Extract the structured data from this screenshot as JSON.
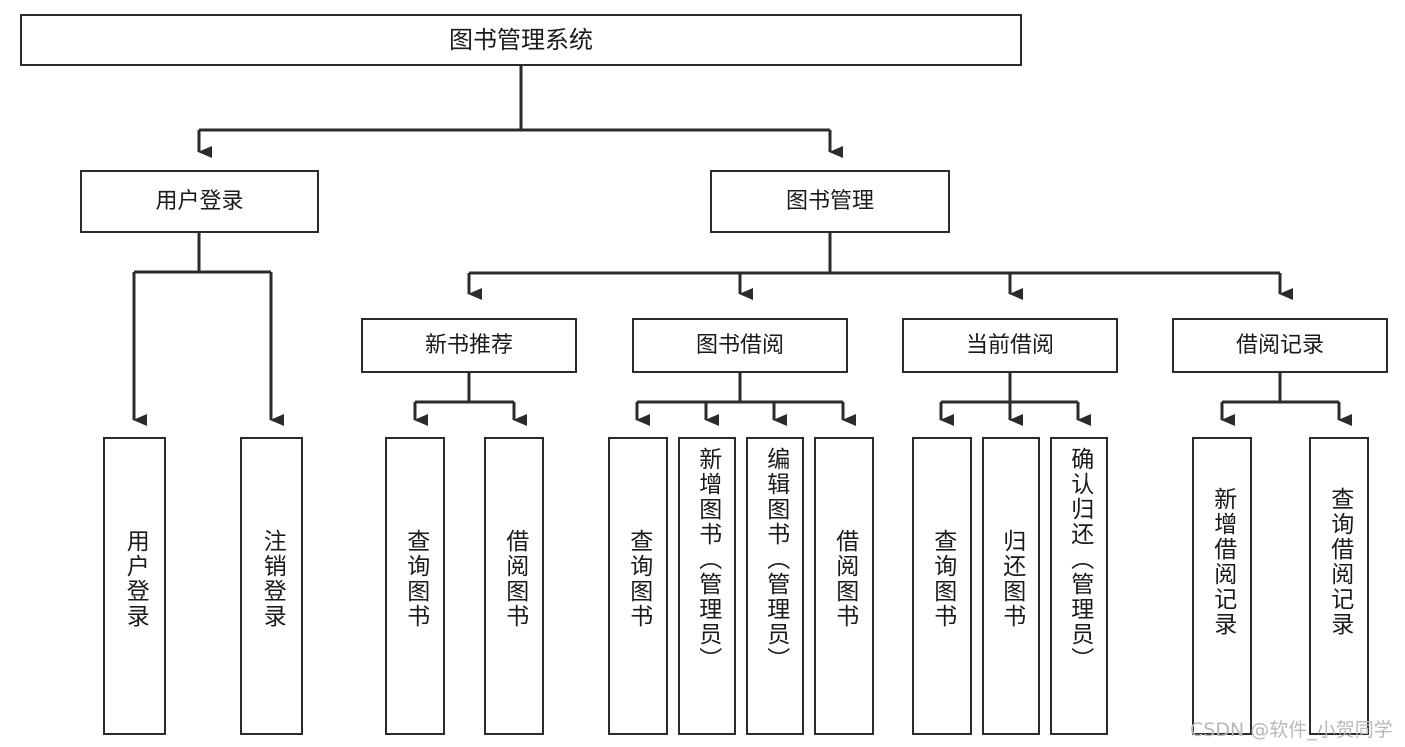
{
  "diagram": {
    "title": "图书管理系统",
    "type": "hierarchy-tree",
    "watermark": "CSDN @软件_小贺同学",
    "colors": {
      "background": "#ffffff",
      "border": "#2b2b2b",
      "text": "#1a1a1a",
      "connector": "#2b2b2b",
      "watermark": "#b9b9b9"
    },
    "nodes": {
      "root": {
        "label": "图书管理系统"
      },
      "level2": [
        {
          "label": "用户登录"
        },
        {
          "label": "图书管理"
        }
      ],
      "level3": [
        {
          "label": "新书推荐"
        },
        {
          "label": "图书借阅"
        },
        {
          "label": "当前借阅"
        },
        {
          "label": "借阅记录"
        }
      ],
      "leaves": {
        "user_login": [
          {
            "label": "用户登录"
          },
          {
            "label": "注销登录"
          }
        ],
        "new_book_recommend": [
          {
            "label": "查询图书"
          },
          {
            "label": "借阅图书"
          }
        ],
        "book_borrow": [
          {
            "label": "查询图书"
          },
          {
            "label": "新增图书（管理员）"
          },
          {
            "label": "编辑图书（管理员）"
          },
          {
            "label": "借阅图书"
          }
        ],
        "current_borrow": [
          {
            "label": "查询图书"
          },
          {
            "label": "归还图书"
          },
          {
            "label": "确认归还（管理员）"
          }
        ],
        "borrow_record": [
          {
            "label": "新增借阅记录"
          },
          {
            "label": "查询借阅记录"
          }
        ]
      }
    }
  }
}
